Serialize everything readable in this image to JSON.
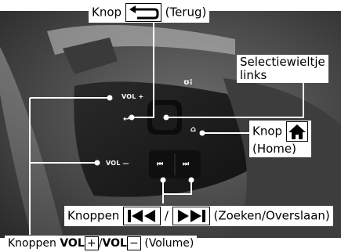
{
  "callouts": {
    "back_prefix": "Knop",
    "back_suffix": "(Terug)",
    "selector_line1": "Selectiewieltje",
    "selector_line2": "links",
    "home_prefix": "Knop",
    "home_suffix": "(Home)",
    "seek_prefix": "Knoppen",
    "seek_separator": "/",
    "seek_suffix": "(Zoeken/Overslaan)",
    "vol_prefix": "Knoppen",
    "vol_bold_1": "VOL",
    "vol_plus": "+",
    "vol_slash": "/",
    "vol_bold_2": "VOL",
    "vol_minus": "−",
    "vol_suffix": "(Volume)"
  },
  "wheel": {
    "vol_up_label": "VOL +",
    "vol_down_label": "VOL —",
    "seek_back_glyph": "⏮",
    "skip_fwd_glyph": "⏭",
    "voice_glyph": "ɱ₃"
  },
  "colors": {
    "callout_bg": "#ffffff",
    "leader_line": "#ffffff",
    "photo_dark": "#1f1f1f"
  },
  "icons": [
    "back-arrow-icon",
    "home-icon",
    "seek-back-icon",
    "skip-forward-icon",
    "voice-icon"
  ]
}
